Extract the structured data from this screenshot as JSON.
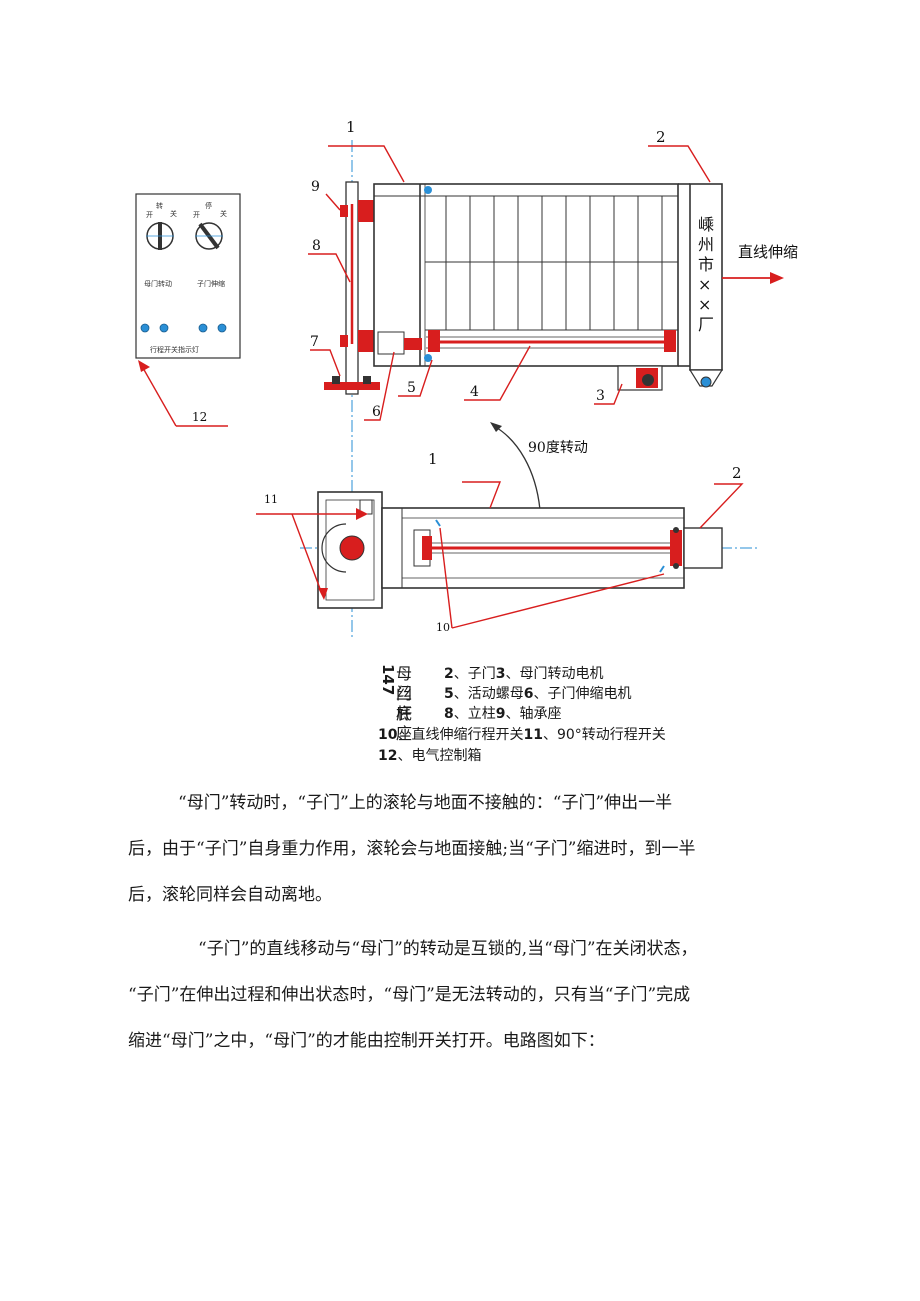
{
  "figure": {
    "labels": {
      "n1_top": "1",
      "n2_top": "2",
      "n3": "3",
      "n4": "4",
      "n5": "5",
      "n6": "6",
      "n7": "7",
      "n8": "8",
      "n9": "9",
      "n10": "10",
      "n11": "11",
      "n12": "12",
      "n1_bottom": "1",
      "n2_bottom": "2"
    },
    "vertical_text": [
      "嵊",
      "州",
      "市",
      "×",
      "×",
      "厂"
    ],
    "extend_label": "直线伸缩",
    "rotate_label": "90度转动",
    "control_box": {
      "switch1_top": "转",
      "switch1_left": "开",
      "switch1_right": "关",
      "switch2_top": "停",
      "switch2_left": "开",
      "switch2_right": "关",
      "caption1": "母门转动",
      "caption2": "子门伸缩",
      "lamp_caption": "行程开关指示灯"
    },
    "colors": {
      "red": "#d81e1e",
      "blue": "#2a8fd6",
      "dark": "#333333"
    }
  },
  "legend": {
    "rotated_numbers": "147",
    "stacked": [
      "母门",
      "丝杆",
      "底座"
    ],
    "row1_a": "2",
    "row1_b": "、子门",
    "row1_c": "3",
    "row1_d": "、母门转动电机",
    "row2_a": "5",
    "row2_b": "、活动螺母",
    "row2_c": "6",
    "row2_d": "、子门伸缩电机",
    "row3_a": "8",
    "row3_b": "、立柱",
    "row3_c": "9",
    "row3_d": "、轴承座",
    "row4_a": "10",
    "row4_b": "、直线伸缩行程开关",
    "row4_c": "11",
    "row4_d": "、90°转动行程开关",
    "row5_a": "12",
    "row5_b": "、电气控制箱"
  },
  "paragraphs": {
    "p1": [
      "“母门”转动时，“子门”上的滚轮与地面不接触的：“子门”伸出一半",
      "后，由于“子门”自身重力作用，滚轮会与地面接触;当“子门”缩进时，到一半",
      "后，滚轮同样会自动离地。"
    ],
    "p2": [
      "“子门”的直线移动与“母门”的转动是互锁的,当“母门”在关闭状态，",
      "“子门”在伸出过程和伸出状态时，“母门”是无法转动的，只有当“子门”完成",
      "缩进“母门”之中，“母门”的才能由控制开关打开。电路图如下："
    ]
  }
}
